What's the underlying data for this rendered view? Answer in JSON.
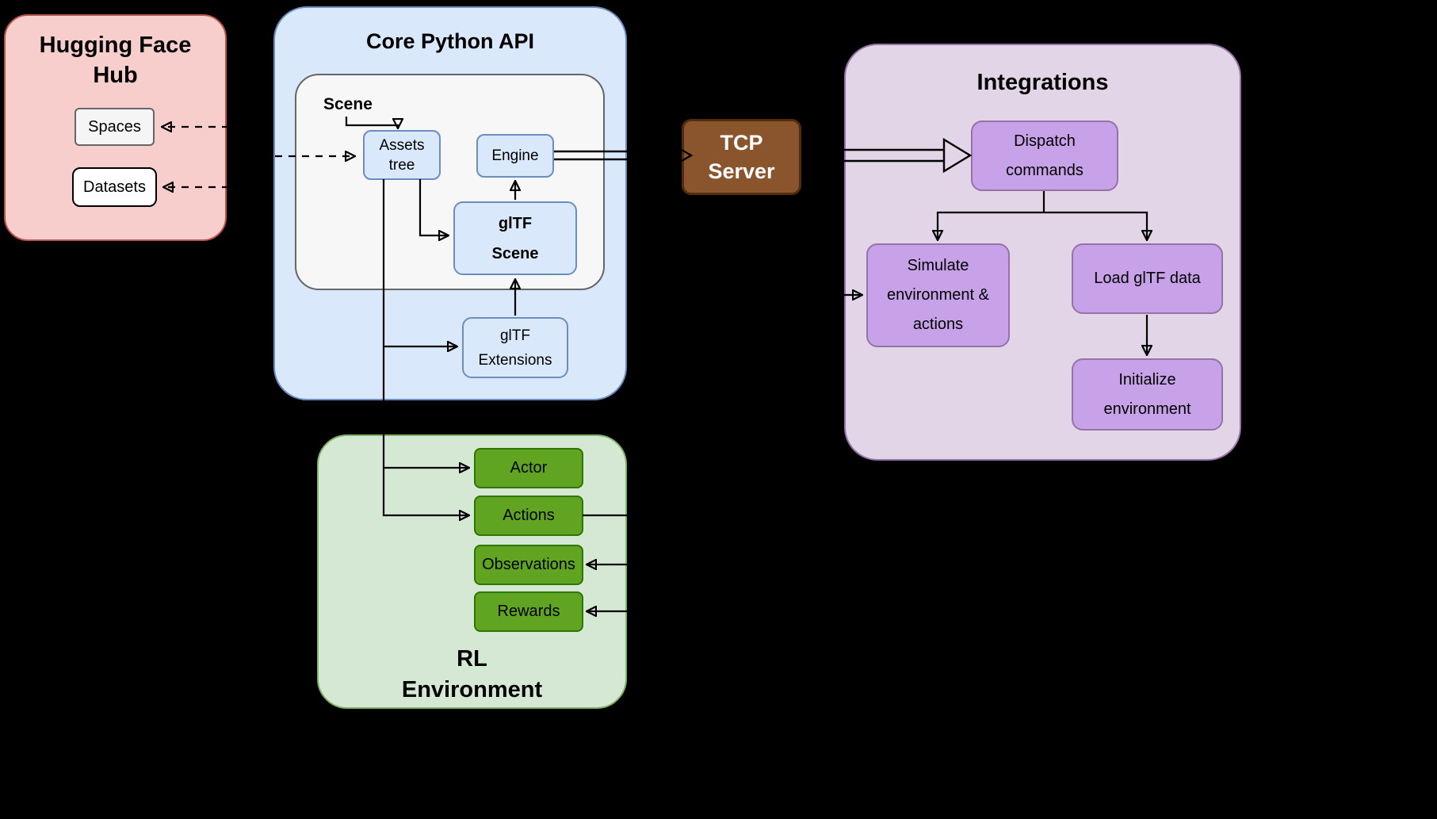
{
  "hub": {
    "title": "Hugging Face\nHub",
    "spaces": "Spaces",
    "datasets": "Datasets"
  },
  "core": {
    "title": "Core Python API",
    "scene_label": "Scene",
    "assets_tree": "Assets\ntree",
    "engine": "Engine",
    "gltf_scene": "glTF\nScene",
    "gltf_extensions": "glTF\nExtensions"
  },
  "tcp": {
    "label": "TCP\nServer"
  },
  "integrations": {
    "title": "Integrations",
    "dispatch": "Dispatch\ncommands",
    "simulate": "Simulate\nenvironment &\nactions",
    "load": "Load glTF data",
    "initialize": "Initialize\nenvironment"
  },
  "rl": {
    "title": "RL\nEnvironment",
    "actor": "Actor",
    "actions": "Actions",
    "observations": "Observations",
    "rewards": "Rewards"
  },
  "colors": {
    "background": "#000000",
    "hub_fill": "#f8cecc",
    "hub_border": "#b85450",
    "core_fill": "#dae8fc",
    "core_border": "#6c8ebf",
    "scene_group_fill": "#f7f7f7",
    "scene_group_border": "#666666",
    "tcp_fill": "#8a552d",
    "tcp_border": "#512d0e",
    "tcp_text": "#ffffff",
    "integrations_fill": "#e1d5e7",
    "integrations_border": "#9673a6",
    "integrations_node_fill": "#c8a2e8",
    "rl_fill": "#d5e8d4",
    "rl_border": "#82b366",
    "rl_node_fill": "#60a421",
    "rl_node_border": "#2d7600",
    "connector": "#000000"
  },
  "edges": [
    {
      "to": "spaces",
      "style": "dashed-arrow"
    },
    {
      "to": "datasets",
      "style": "dashed-arrow"
    },
    {
      "to": "assets-tree",
      "style": "dashed-arrow"
    },
    {
      "from": "scene-label",
      "to": "assets-tree",
      "style": "solid-arrow"
    },
    {
      "from": "assets-tree",
      "to": "gltf-scene",
      "style": "solid-arrow"
    },
    {
      "from": "gltf-scene",
      "to": "engine",
      "style": "solid-arrow"
    },
    {
      "from": "gltf-extensions",
      "to": "gltf-scene",
      "style": "solid-arrow"
    },
    {
      "from": "assets-tree",
      "to": "gltf-extensions",
      "style": "solid-arrow"
    },
    {
      "from": "assets-tree",
      "to": "actor",
      "style": "solid-arrow"
    },
    {
      "from": "assets-tree",
      "to": "actions",
      "style": "solid-arrow"
    },
    {
      "from": "engine",
      "to": "tcp-server",
      "style": "double-line-arrow"
    },
    {
      "from": "tcp-server",
      "to": "dispatch-commands",
      "style": "double-line-open-arrow"
    },
    {
      "from": "dispatch-commands",
      "to": "simulate-environment",
      "style": "solid-arrow"
    },
    {
      "from": "dispatch-commands",
      "to": "load-gltf-data",
      "style": "solid-arrow"
    },
    {
      "from": "load-gltf-data",
      "to": "initialize-environment",
      "style": "solid-arrow"
    },
    {
      "from": "actions",
      "to": "simulate-environment",
      "style": "solid-arrow"
    },
    {
      "to": "observations",
      "style": "solid-arrow"
    },
    {
      "to": "rewards",
      "style": "solid-arrow"
    }
  ]
}
